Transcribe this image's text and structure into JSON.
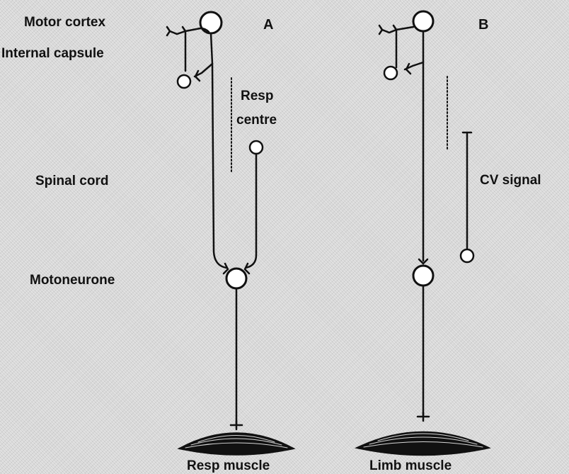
{
  "labels": {
    "motor_cortex": "Motor cortex",
    "internal_capsule": "Internal capsule",
    "spinal_cord": "Spinal cord",
    "motoneurone": "Motoneurone",
    "panel_a": "A",
    "panel_b": "B",
    "resp_centre_line1": "Resp",
    "resp_centre_line2": "centre",
    "cv_signal": "CV signal",
    "resp_muscle": "Resp muscle",
    "limb_muscle": "Limb muscle"
  },
  "colors": {
    "ink": "#111111",
    "background": "#d8d8d8",
    "neuron_fill": "#ffffff"
  }
}
